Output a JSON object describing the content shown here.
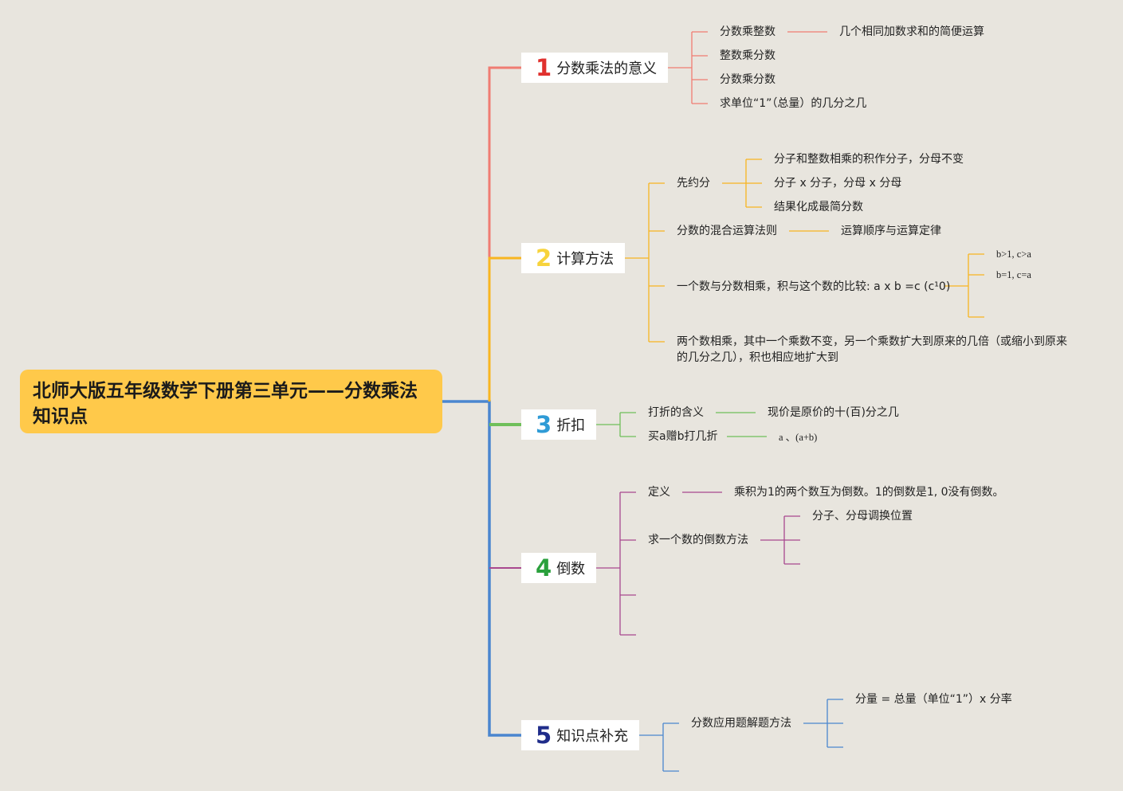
{
  "root": {
    "title": "北师大版五年级数学下册第三单元——分数乘法知识点"
  },
  "colors": {
    "branch1": "#f07c72",
    "branch2": "#f8b520",
    "branch3": "#6fbf5a",
    "branch4": "#a8488f",
    "branch5": "#4a86cf",
    "num1": "#e0312e",
    "num2": "#f7d33c",
    "num3": "#2f9bd6",
    "num4": "#2aa03c",
    "num5": "#1f2c8a",
    "root_bg": "#ffc94a",
    "background": "#e8e5de"
  },
  "branches": [
    {
      "num": "1",
      "label": "分数乘法的意义",
      "children": [
        {
          "text": "分数乘整数",
          "note": "几个相同加数求和的简便运算"
        },
        {
          "text": "整数乘分数"
        },
        {
          "text": "分数乘分数"
        },
        {
          "text": "求单位“1”（总量）的几分之几"
        }
      ]
    },
    {
      "num": "2",
      "label": "计算方法",
      "children": [
        {
          "text": "先约分",
          "subs": [
            "分子和整数相乘的积作分子，分母不变",
            "分子 x 分子，分母 x 分母",
            "结果化成最简分数"
          ]
        },
        {
          "text": "分数的混合运算法则",
          "note": "运算顺序与运算定律"
        },
        {
          "text": "一个数与分数相乘，积与这个数的比较: a x b =c (c¹0)",
          "subs": [
            "b>1, c>a",
            "b=1, c=a",
            ""
          ]
        },
        {
          "text": "两个数相乘，其中一个乘数不变，另一个乘数扩大到原来的几倍（或缩小到原来的几分之几），积也相应地扩大到"
        }
      ]
    },
    {
      "num": "3",
      "label": "折扣",
      "children": [
        {
          "text": "打折的含义",
          "note": "现价是原价的十(百)分之几"
        },
        {
          "text": "买a赠b打几折",
          "note": "a 、(a+b)"
        }
      ]
    },
    {
      "num": "4",
      "label": "倒数",
      "children": [
        {
          "text": "定义",
          "note": "乘积为1的两个数互为倒数。1的倒数是1, 0没有倒数。"
        },
        {
          "text": "求一个数的倒数方法",
          "subs": [
            "分子、分母调换位置",
            "",
            ""
          ]
        },
        {
          "text": ""
        },
        {
          "text": ""
        }
      ]
    },
    {
      "num": "5",
      "label": "知识点补充",
      "children": [
        {
          "text": "分数应用题解题方法",
          "subs": [
            "分量 = 总量（单位“1”）x 分率",
            "",
            ""
          ]
        },
        {
          "text": ""
        }
      ]
    }
  ]
}
